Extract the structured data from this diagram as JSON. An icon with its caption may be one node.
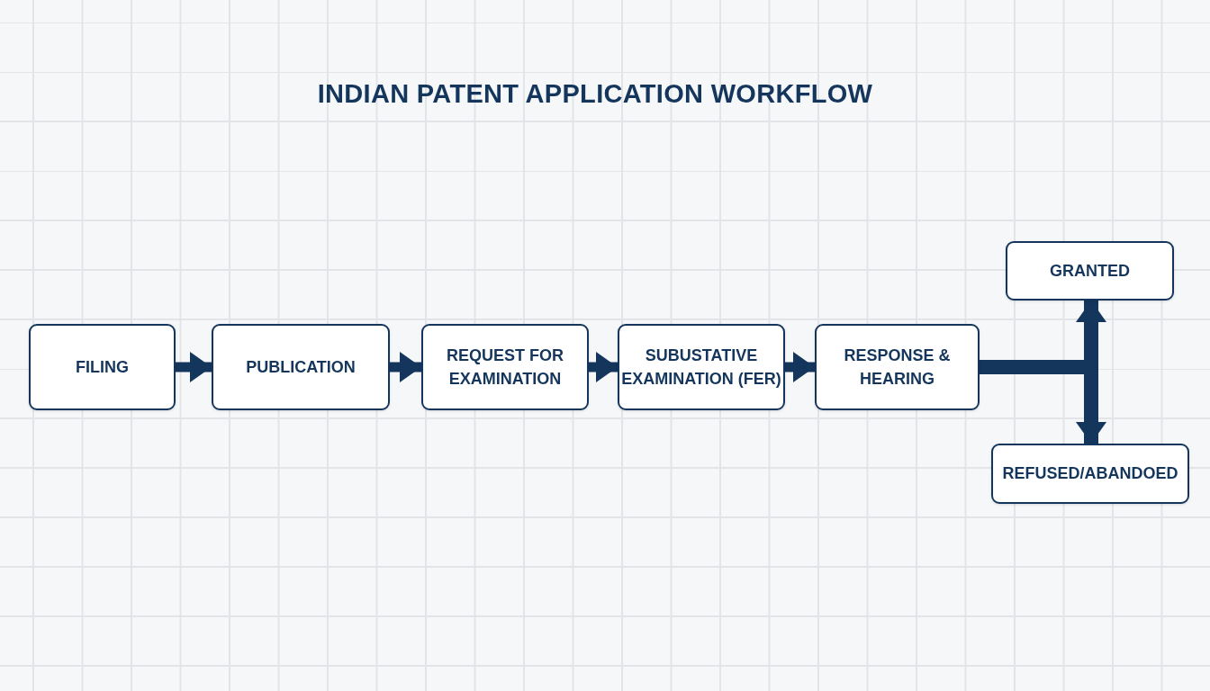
{
  "diagram": {
    "title": "INDIAN PATENT APPLICATION WORKFLOW",
    "nodes": [
      {
        "text": [
          "FILING"
        ]
      },
      {
        "text": [
          "PUBLICATION"
        ]
      },
      {
        "text": [
          "REQUEST FOR EXAMINATION"
        ]
      },
      {
        "text": [
          "SUBUSTATIVE EXAMINATION (FER)"
        ]
      },
      {
        "text": [
          "RESPONSE & HEARING"
        ]
      },
      {
        "text": [
          "GRANTED"
        ]
      },
      {
        "text": [
          "REFUSED/ABANDOED"
        ]
      }
    ],
    "edges": [
      {
        "from": 0,
        "to": 1,
        "arrow": "to"
      },
      {
        "from": 1,
        "to": 2,
        "arrow": "to"
      },
      {
        "from": 2,
        "to": 3,
        "arrow": "to"
      },
      {
        "from": 3,
        "to": 4,
        "arrow": "to"
      },
      {
        "from": 4,
        "to": 5,
        "arrow": "to"
      },
      {
        "from": 4,
        "to": 6,
        "arrow": "to"
      }
    ]
  }
}
